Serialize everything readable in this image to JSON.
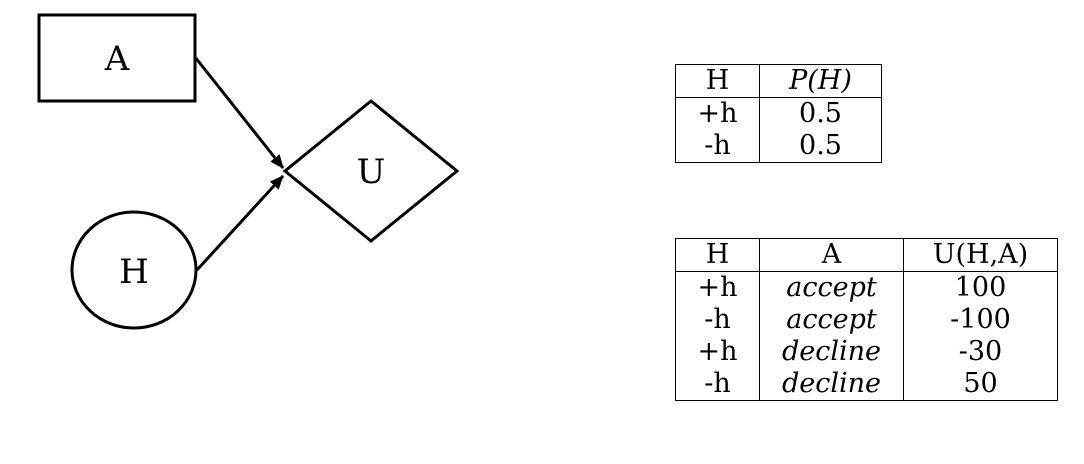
{
  "nodes": {
    "a": {
      "label": "A",
      "shape": "rectangle"
    },
    "h": {
      "label": "H",
      "shape": "circle"
    },
    "u": {
      "label": "U",
      "shape": "diamond"
    }
  },
  "edges": [
    {
      "from": "A",
      "to": "U"
    },
    {
      "from": "H",
      "to": "U"
    }
  ],
  "prior_table": {
    "headers": [
      "H",
      "P(H)"
    ],
    "rows": [
      [
        "+h",
        "0.5"
      ],
      [
        "-h",
        "0.5"
      ]
    ]
  },
  "utility_table": {
    "headers": [
      "H",
      "A",
      "U(H,A)"
    ],
    "rows": [
      [
        "+h",
        "accept",
        "100"
      ],
      [
        "-h",
        "accept",
        "-100"
      ],
      [
        "+h",
        "decline",
        "-30"
      ],
      [
        "-h",
        "decline",
        "50"
      ]
    ]
  }
}
